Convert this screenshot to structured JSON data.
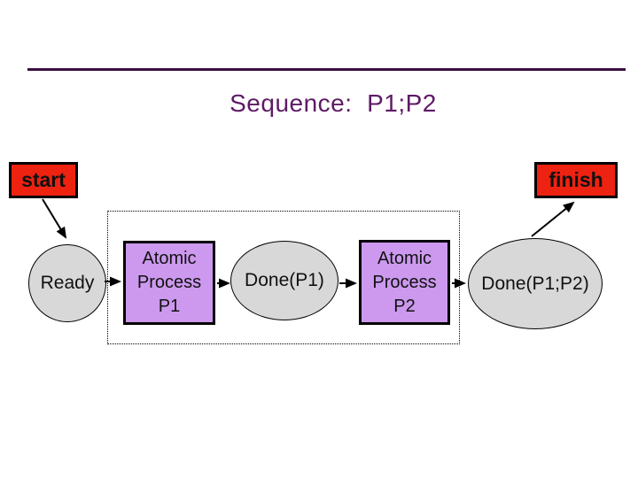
{
  "slide": {
    "title": "Sequence:  P1;P2",
    "terminals": {
      "start": "start",
      "finish": "finish"
    },
    "nodes": {
      "ready": "Ready",
      "process1": "Atomic\nProcess\nP1",
      "done1": "Done(P1)",
      "process2": "Atomic\nProcess\nP2",
      "done12": "Done(P1;P2)"
    },
    "colors": {
      "title_text": "#5e1a66",
      "top_rule": "#38103f",
      "terminal_fill": "#ee2211",
      "process_fill": "#cc99ee",
      "state_fill": "#d8d8d8",
      "stroke": "#000000"
    }
  }
}
